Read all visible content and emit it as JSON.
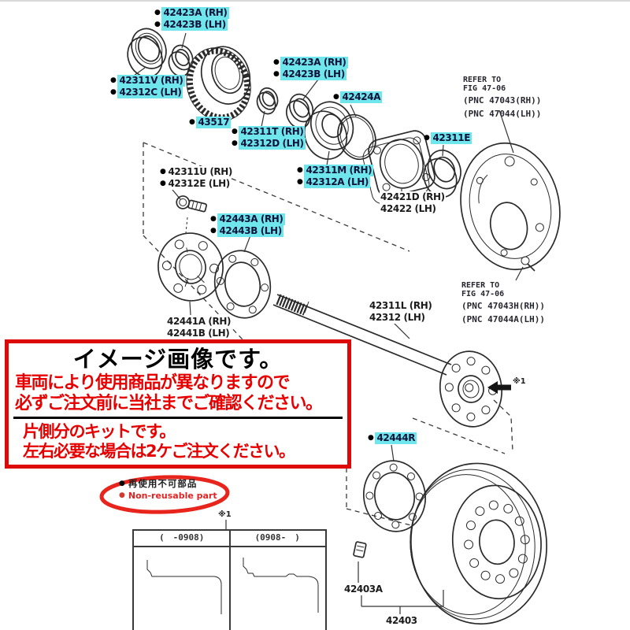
{
  "colors": {
    "highlight_cyan": "#6fe6ec",
    "notice_red": "#e60000",
    "notice_border_red": "#dd0808",
    "legend_ellipse_red": "#e8251c",
    "line_ink": "#2b2b2b"
  },
  "glyphs": {
    "bullet": "●"
  },
  "parts_labels": [
    {
      "line1": "42423A (RH)",
      "line2": "42423B (LH)"
    },
    {
      "line1": "42311V (RH)",
      "line2": "42312C (LH)"
    },
    {
      "line1": "43517"
    },
    {
      "line1": "42311T (RH)",
      "line2": "42312D (LH)"
    },
    {
      "line1": "42423A (RH)",
      "line2": "42423B (LH)"
    },
    {
      "line1": "42424A"
    },
    {
      "line1": "42311M (RH)",
      "line2": "42312A (LH)"
    },
    {
      "line1": "42311E"
    },
    {
      "line1": "42443A (RH)",
      "line2": "42443B (LH)"
    },
    {
      "line1": "42444R"
    },
    {
      "line1": "42311U (RH)",
      "line2": "42312E (LH)"
    },
    {
      "line1": "42421D (RH)",
      "line2": "42422 (LH)"
    },
    {
      "line1": "42441A (RH)",
      "line2": "42441B (LH)"
    },
    {
      "line1": "42311L (RH)",
      "line2": "42312 (LH)"
    },
    {
      "line1": "42403A"
    },
    {
      "line1": "42403"
    }
  ],
  "refer_notes": [
    {
      "l1": "REFER TO",
      "l2": "FIG 47-06",
      "l3": "(PNC 47043(RH))",
      "l4": "(PNC 47044(LH))"
    },
    {
      "l1": "REFER TO",
      "l2": "FIG 47-06",
      "l3": "(PNC 47043H(RH))",
      "l4": "(PNC 47044A(LH))"
    }
  ],
  "footnote": {
    "marker": "※1"
  },
  "notice_box": {
    "title": "イメージ画像です。",
    "warn1": "車両により使用商品が異なりますので",
    "warn2": "必ずご注文前に当社までご確認ください。",
    "kit1": "片側分のキットです。",
    "kit2": "左右必要な場合は2ケご注文ください。"
  },
  "legend": {
    "jp": "再使用不可部品",
    "en": "Non-reusable part"
  },
  "table": {
    "col_left": "(　-0908)",
    "col_right": "(0908-　)"
  }
}
